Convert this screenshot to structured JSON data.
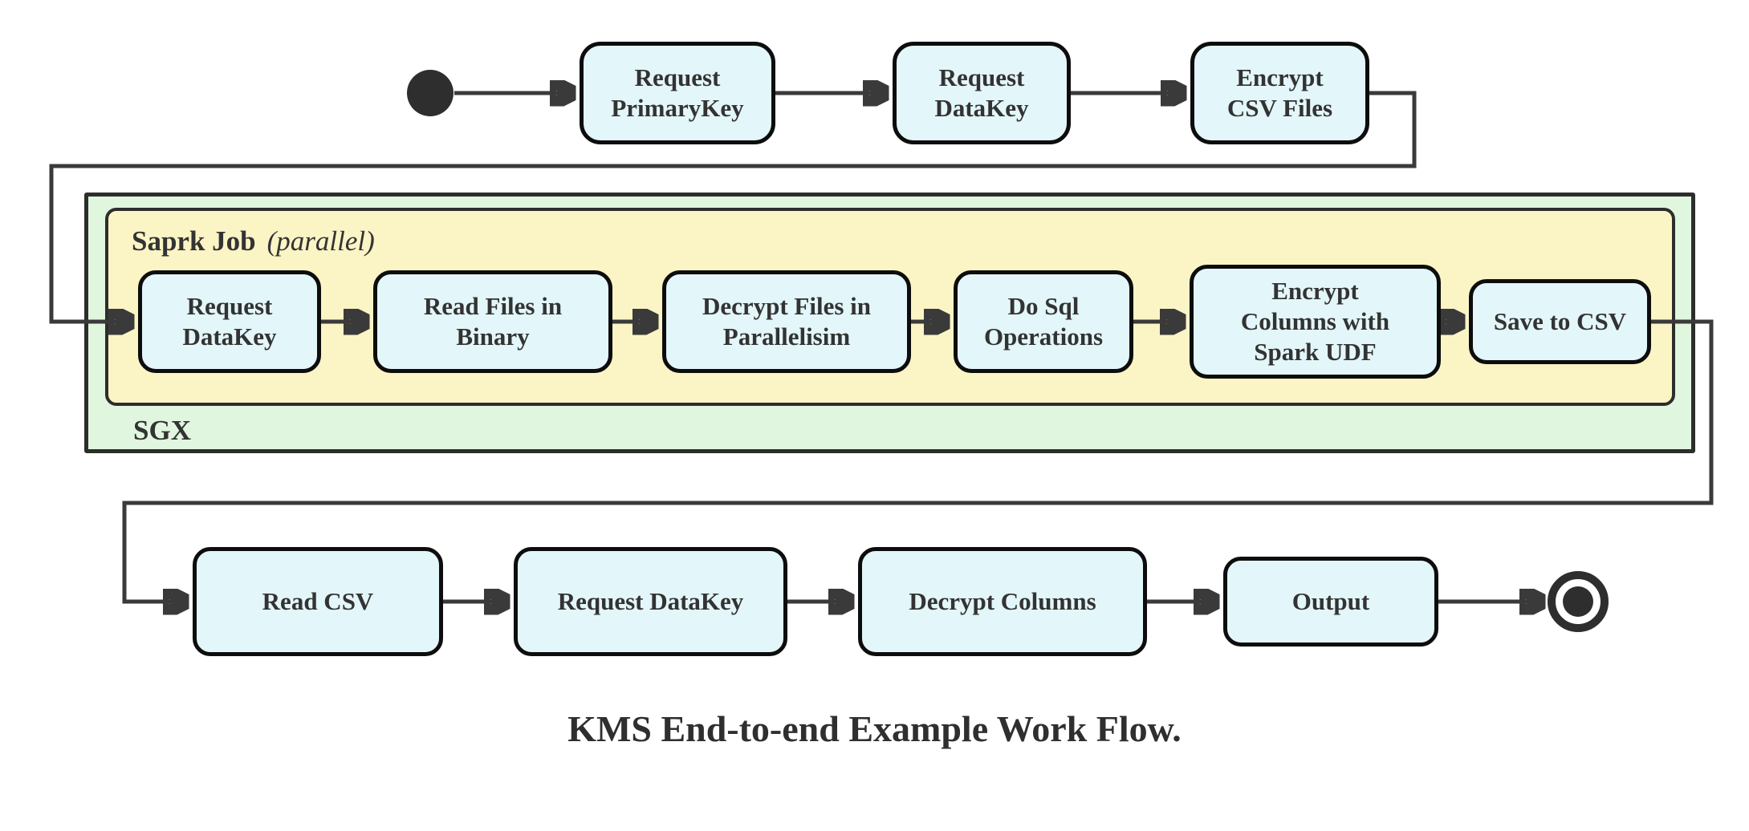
{
  "caption": "KMS End-to-end Example Work Flow.",
  "colors": {
    "node_fill": "#e3f6f9",
    "node_border": "#0d0d0d",
    "sgx_container_fill": "#e1f6de",
    "spark_container_fill": "#fbf4c5",
    "container_border": "#2d2d2d",
    "edge": "#3a3a3a",
    "text": "#333333",
    "background": "#ffffff"
  },
  "icons": {
    "start_state": "filled-circle",
    "end_state": "double-circle"
  },
  "containers": {
    "sgx": {
      "label": "SGX"
    },
    "spark_job": {
      "label": "Saprk Job",
      "annotation": "(parallel)"
    }
  },
  "nodes": {
    "top": [
      {
        "label": "Request\nPrimaryKey"
      },
      {
        "label": "Request\nDataKey"
      },
      {
        "label": "Encrypt\nCSV Files"
      }
    ],
    "spark": [
      {
        "label": "Request\nDataKey"
      },
      {
        "label": "Read Files in\nBinary"
      },
      {
        "label": "Decrypt Files in\nParallelisim"
      },
      {
        "label": "Do Sql\nOperations"
      },
      {
        "label": "Encrypt\nColumns with\nSpark UDF"
      },
      {
        "label": "Save to CSV"
      }
    ],
    "bottom": [
      {
        "label": "Read CSV"
      },
      {
        "label": "Request DataKey"
      },
      {
        "label": "Decrypt Columns"
      },
      {
        "label": "Output"
      }
    ]
  }
}
